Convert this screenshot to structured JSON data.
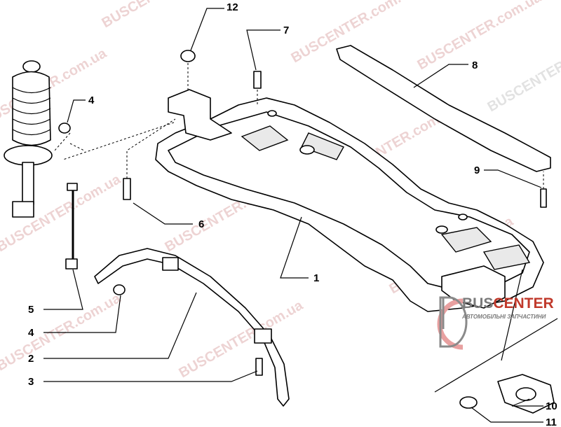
{
  "watermark": {
    "text": "BUSCENTER.com.ua"
  },
  "logo": {
    "name_part1": "BUS",
    "name_part2": "CENTER",
    "subtitle": "АВТОМОБІЛЬНІ ЗАПЧАСТИНИ",
    "accent": "#c0392b"
  },
  "callouts": {
    "c12": "12",
    "c7": "7",
    "c4a": "4",
    "c8": "8",
    "c9": "9",
    "c6": "6",
    "c1": "1",
    "c5": "5",
    "c4b": "4",
    "c2": "2",
    "c3": "3",
    "c10": "10",
    "c11": "11"
  }
}
